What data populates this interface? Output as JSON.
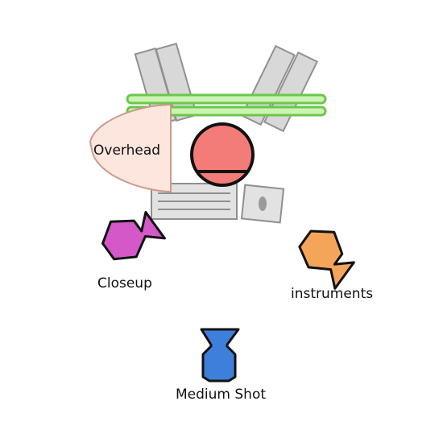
{
  "diagram": {
    "labels": {
      "overhead": "Overhead",
      "closeup": "Closeup",
      "instruments": "instruments",
      "medium_shot": "Medium Shot"
    },
    "colors": {
      "background": "#ffffff",
      "panel_gray": "#d6d6d6",
      "panel_stroke": "#8f8f8f",
      "light_bar": "#c9f2b0",
      "light_bar_stroke": "#6cc64c",
      "overhead_fill": "#fde6de",
      "overhead_stroke": "#c99a8a",
      "table_circle": "#f47c78",
      "closeup_camera": "#d458c8",
      "instruments_camera": "#f5a55a",
      "medium_shot_camera": "#3f7fdc",
      "outline": "#111111"
    },
    "items": [
      {
        "name": "overhead-light",
        "type": "dome-light"
      },
      {
        "name": "closeup-camera",
        "icon": "camera-icon"
      },
      {
        "name": "instruments-camera",
        "icon": "camera-icon"
      },
      {
        "name": "medium-shot-camera",
        "icon": "camera-icon"
      }
    ]
  }
}
